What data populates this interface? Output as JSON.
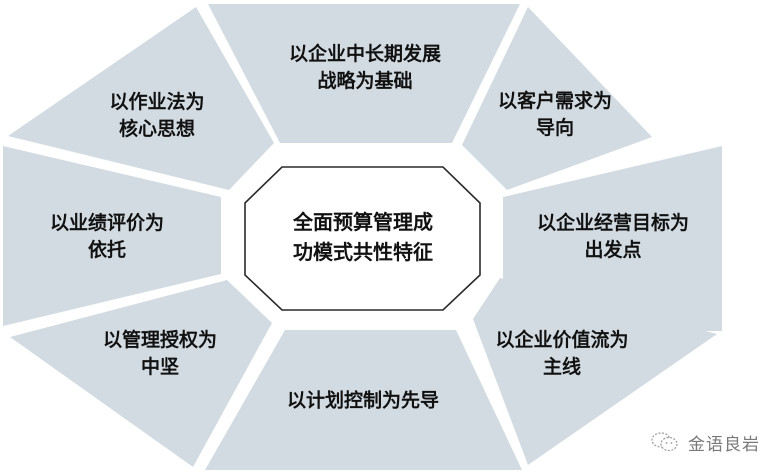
{
  "diagram": {
    "center": {
      "lines": [
        "全面预算管理成",
        "功模式共性特征"
      ]
    },
    "segments": [
      {
        "id": "top",
        "lines": [
          "以企业中长期发展",
          "战略为基础"
        ]
      },
      {
        "id": "top-right",
        "lines": [
          "以客户需求为",
          "导向"
        ]
      },
      {
        "id": "right",
        "lines": [
          "以企业经营目标为",
          "出发点"
        ]
      },
      {
        "id": "bottom-right",
        "lines": [
          "以企业价值流为",
          "主线"
        ]
      },
      {
        "id": "bottom",
        "lines": [
          "以计划控制为先导"
        ]
      },
      {
        "id": "bottom-left",
        "lines": [
          "以管理授权为",
          "中坚"
        ]
      },
      {
        "id": "left",
        "lines": [
          "以业绩评价为",
          "依托"
        ]
      },
      {
        "id": "top-left",
        "lines": [
          "以作业法为",
          "核心思想"
        ]
      }
    ],
    "colors": {
      "segment_fill": "#d2dbe2",
      "center_fill": "#ffffff",
      "center_stroke": "#2a2a2a",
      "text": "#111111"
    }
  },
  "watermark": {
    "icon": "wechat-icon",
    "text": "金语良岩"
  }
}
